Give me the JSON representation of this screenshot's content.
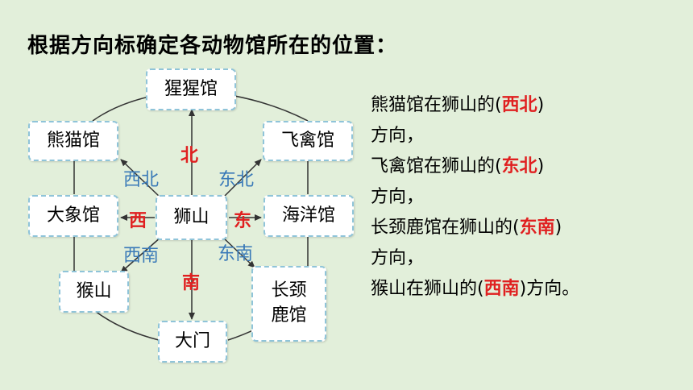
{
  "title": "根据方向标确定各动物馆所在的位置：",
  "nodes": {
    "orangutan": "猩猩馆",
    "panda": "熊猫馆",
    "birds": "飞禽馆",
    "elephant": "大象馆",
    "lion": "狮山",
    "ocean": "海洋馆",
    "monkey": "猴山",
    "giraffe_1": "长颈",
    "giraffe_2": "鹿馆",
    "gate": "大门"
  },
  "directions": {
    "north": "北",
    "south": "南",
    "west": "西",
    "east": "东",
    "northwest": "西北",
    "northeast": "东北",
    "southwest": "西南",
    "southeast": "东南"
  },
  "qa": [
    {
      "pre": "熊猫馆在狮山的",
      "answer": "西北",
      "post": ""
    },
    {
      "pre": "方向，",
      "answer": "",
      "post": ""
    },
    {
      "pre": "飞禽馆在狮山的",
      "answer": "东北",
      "post": ""
    },
    {
      "pre": "方向，",
      "answer": "",
      "post": ""
    },
    {
      "pre": "长颈鹿馆在狮山的",
      "answer": "东南",
      "post": ""
    },
    {
      "pre": "方向，",
      "answer": "",
      "post": ""
    },
    {
      "pre": "猴山在狮山的",
      "answer": "西南",
      "post": "方向。"
    }
  ],
  "colors": {
    "background": "#e2efda",
    "answer_red": "#e02020",
    "label_blue": "#3a7ab8",
    "node_border": "#8fc4d9"
  }
}
